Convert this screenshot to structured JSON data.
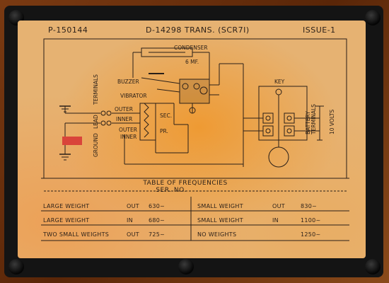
{
  "header": {
    "left": "P-150144",
    "center": "D-14298 TRANS. (SCR7I)",
    "right": "ISSUE-1"
  },
  "diagram": {
    "condenser": "CONDENSER",
    "condenser_value": "6 MF.",
    "buzzer": "BUZZER",
    "vibrator": "VIBRATOR",
    "terminals": "TERMINALS",
    "lead": "LEAD",
    "ground": "GROUND",
    "outer": "OUTER",
    "inner": "INNER",
    "sec": "SEC.",
    "pr": "PR.",
    "outer2": "OUTER",
    "inner2": "INNER",
    "key": "KEY",
    "battery": "BATTERY",
    "battery_terminals": "TERMINALS",
    "volts": "10 VOLTS"
  },
  "frequencies": {
    "title": "TABLE OF FREQUENCIES",
    "subtitle": "SER. NO.",
    "rows": [
      {
        "left_label": "LARGE WEIGHT",
        "left_pos": "OUT",
        "left_freq": "630~",
        "right_label": "SMALL WEIGHT",
        "right_pos": "OUT",
        "right_freq": "830~"
      },
      {
        "left_label": "LARGE WEIGHT",
        "left_pos": "IN",
        "left_freq": "680~",
        "right_label": "SMALL WEIGHT",
        "right_pos": "IN",
        "right_freq": "1100~"
      },
      {
        "left_label": "TWO SMALL WEIGHTS",
        "left_pos": "OUT",
        "left_freq": "725~",
        "right_label": "NO WEIGHTS",
        "right_pos": "",
        "right_freq": "1250~"
      }
    ]
  },
  "colors": {
    "plate": "#e6b272",
    "glow": "#f09628",
    "ink": "#2a1f18",
    "red_tag": "#d9443a",
    "bezel": "#141414",
    "wood": "#6b3410"
  }
}
